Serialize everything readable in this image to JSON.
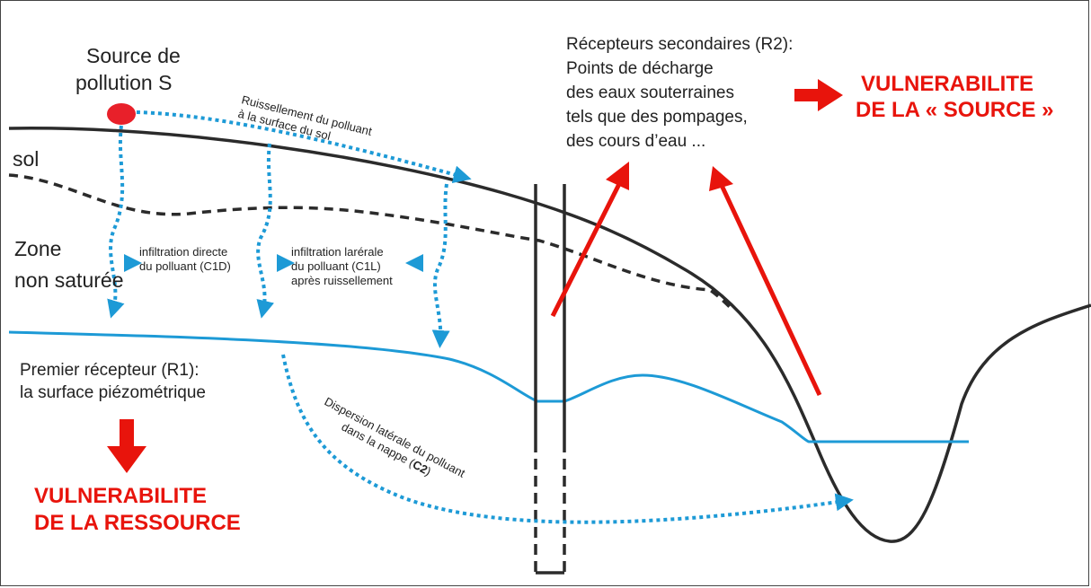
{
  "labels": {
    "source_line1": "Source de",
    "source_line2": "pollution S",
    "sol": "sol",
    "zone_line1": "Zone",
    "zone_line2": "non saturée",
    "runoff_line1": "Ruissellement du polluant",
    "runoff_line2": "à la surface du sol",
    "c1d_line1": "infiltration directe",
    "c1d_line2": "du polluant (C1D)",
    "c1l_line1": "infiltration larérale",
    "c1l_line2": "du polluant (C1L)",
    "c1l_line3": "après ruissellement",
    "r1_line1": "Premier récepteur (R1):",
    "r1_line2": "la surface piézométrique",
    "dispersion_line1": "Dispersion latérale du polluant",
    "dispersion_line2a": "dans la nappe (",
    "dispersion_line2b": "C2",
    "dispersion_line2c": ")",
    "r2_line1": "Récepteurs secondaires (R2):",
    "r2_line2": "Points de décharge",
    "r2_line3": "des eaux souterraines",
    "r2_line4": "tels que des pompages,",
    "r2_line5": "des cours d’eau ...",
    "vuln_source_line1": "VULNERABILITE",
    "vuln_source_line2": "DE LA « SOURCE »",
    "vuln_resource_line1": "VULNERABILITE",
    "vuln_resource_line2": "DE LA RESSOURCE"
  },
  "colors": {
    "ground": "#2b2b2b",
    "water": "#1d9ad6",
    "pollution": "#e8202a",
    "emphasis": "#e8140c"
  }
}
